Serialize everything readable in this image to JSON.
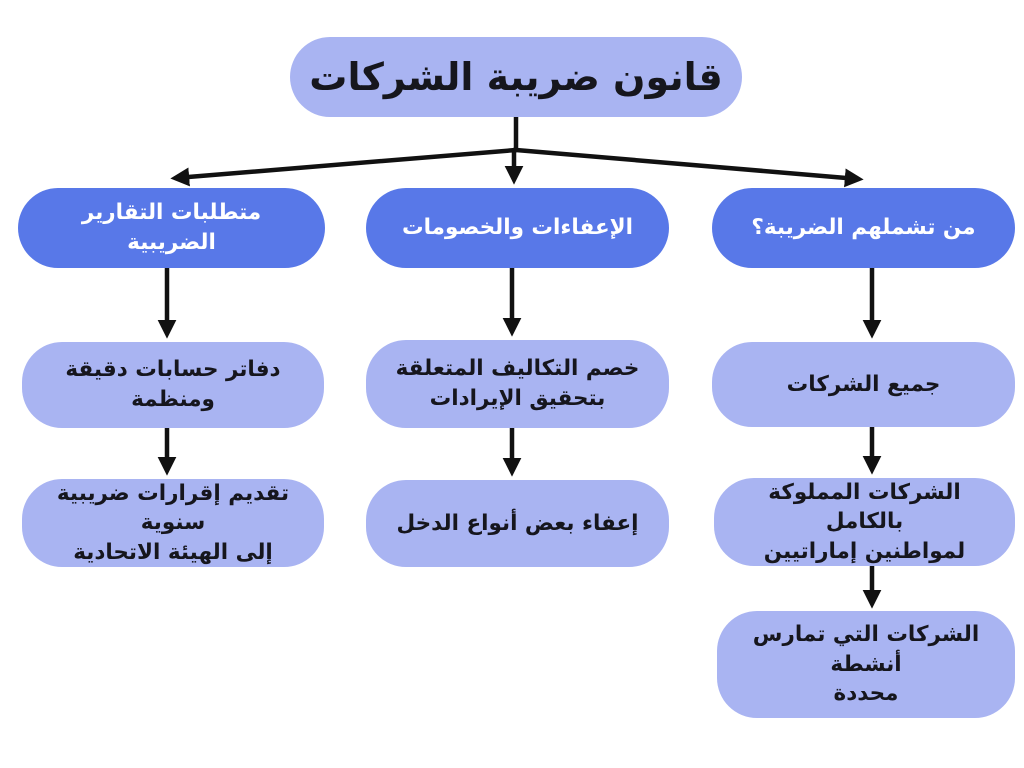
{
  "title": "قانون ضريبة الشركات",
  "colors": {
    "node_light": "#A9B4F2",
    "node_dark": "#5878E8",
    "arrow": "#111111",
    "text_on_dark": "#FFFFFF",
    "text_on_light": "#16161D",
    "background": "#FFFFFF"
  },
  "branches": [
    {
      "id": "tax-reporting-requirements",
      "header": "متطلبات التقارير الضريبية",
      "children": [
        "دفاتر حسابات دقيقة ومنظمة",
        "تقديم إقرارات ضريبية سنوية\nإلى الهيئة الاتحادية"
      ]
    },
    {
      "id": "exemptions-and-deductions",
      "header": "الإعفاءات والخصومات",
      "children": [
        "خصم التكاليف المتعلقة\nبتحقيق الإيرادات",
        "إعفاء بعض أنواع الدخل"
      ]
    },
    {
      "id": "who-is-covered",
      "header": "من تشملهم الضريبة؟",
      "children": [
        "جميع الشركات",
        "الشركات المملوكة بالكامل\nلمواطنين إماراتيين",
        "الشركات التي تمارس أنشطة\nمحددة"
      ]
    }
  ]
}
